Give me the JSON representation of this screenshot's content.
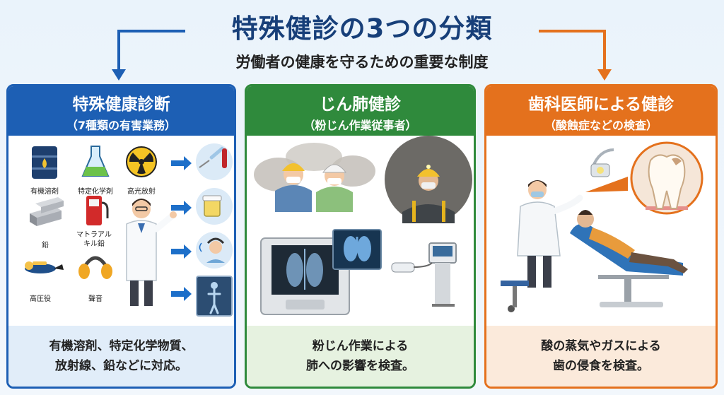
{
  "header": {
    "title": "特殊健診の3つの分類",
    "subtitle": "労働者の健康を守るための重要な制度"
  },
  "cards": [
    {
      "title": "特殊健康診断",
      "subtitle": "（7種類の有害業務）",
      "hazards": [
        "有機溶剤",
        "特定化学剤",
        "高光放射",
        "鉛",
        "マトラアル\nキル鉛",
        "高圧役",
        "聲音"
      ],
      "caption_lines": [
        "有機溶剤、特定化学物質、",
        "放射線、鉛などに対応。"
      ]
    },
    {
      "title": "じん肺健診",
      "subtitle": "（粉じん作業従事者）",
      "caption_lines": [
        "粉じん作業による",
        "肺への影響を検査。"
      ]
    },
    {
      "title": "歯科医師による健診",
      "subtitle": "（酸蝕症などの検査）",
      "caption_lines": [
        "酸の蒸気やガスによる",
        "歯の侵食を検査。"
      ]
    }
  ],
  "colors": {
    "title": "#173f79",
    "card1": "#1d5fb4",
    "card2": "#2f8a3c",
    "card3": "#e4711d"
  }
}
